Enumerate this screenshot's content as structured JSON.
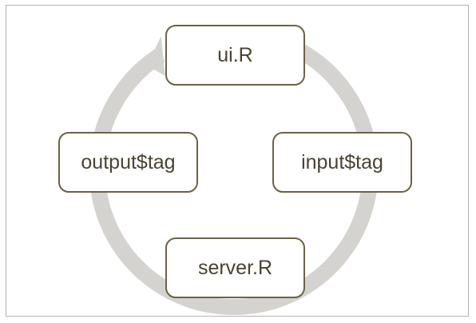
{
  "diagram": {
    "nodes": [
      {
        "id": "ui",
        "label": "ui.R"
      },
      {
        "id": "input",
        "label": "input$tag"
      },
      {
        "id": "server",
        "label": "server.R"
      },
      {
        "id": "output",
        "label": "output$tag"
      }
    ],
    "flow": [
      "ui",
      "input",
      "server",
      "output",
      "ui"
    ],
    "colors": {
      "cycle_arrow": "#d5d3d0",
      "node_border": "#6b6248",
      "node_text": "#4a4333",
      "frame_border": "#b3b3b3"
    }
  }
}
